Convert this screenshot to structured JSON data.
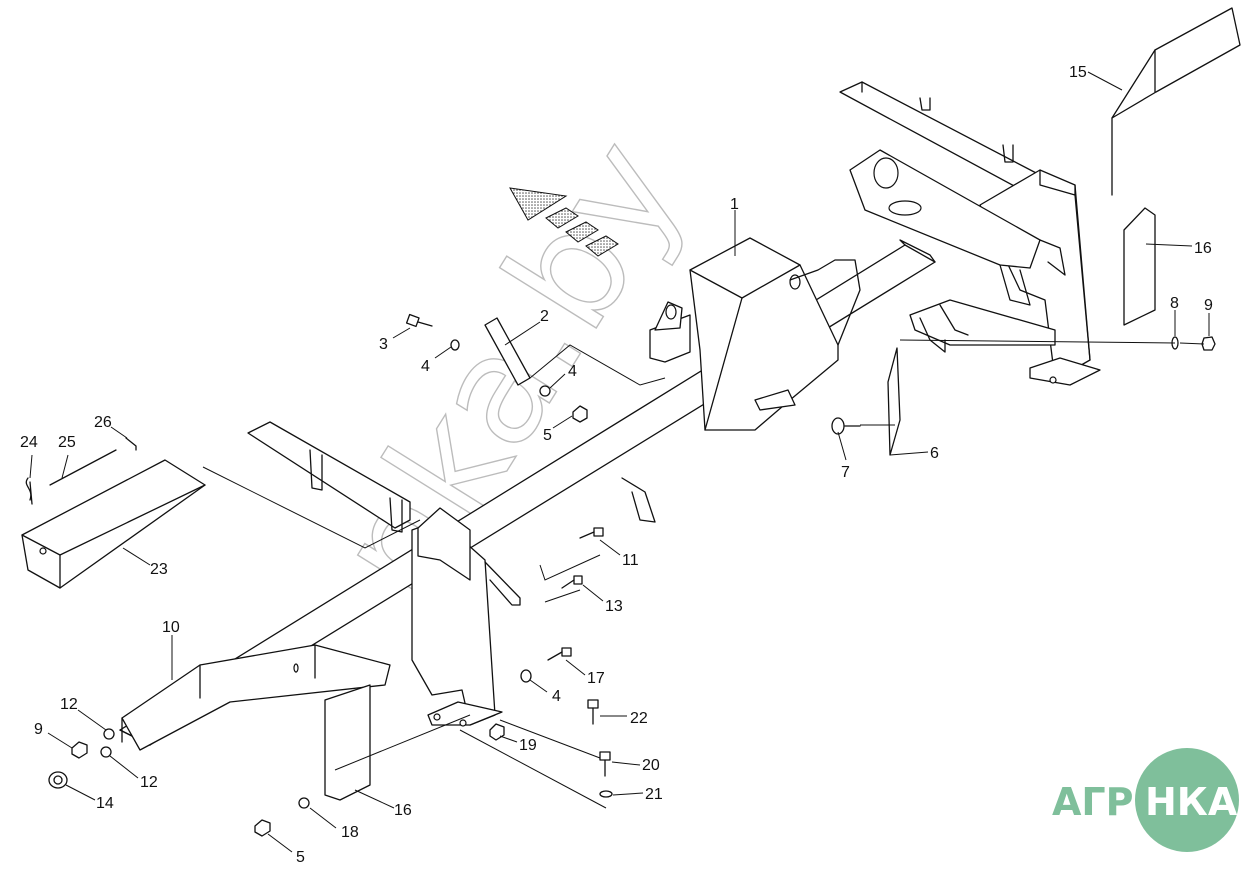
{
  "callouts": [
    {
      "id": "c1",
      "text": "1"
    },
    {
      "id": "c2",
      "text": "2"
    },
    {
      "id": "c3",
      "text": "3"
    },
    {
      "id": "c4a",
      "text": "4"
    },
    {
      "id": "c4b",
      "text": "4"
    },
    {
      "id": "c4c",
      "text": "4"
    },
    {
      "id": "c5a",
      "text": "5"
    },
    {
      "id": "c5b",
      "text": "5"
    },
    {
      "id": "c6",
      "text": "6"
    },
    {
      "id": "c7",
      "text": "7"
    },
    {
      "id": "c8",
      "text": "8"
    },
    {
      "id": "c9a",
      "text": "9"
    },
    {
      "id": "c9b",
      "text": "9"
    },
    {
      "id": "c10",
      "text": "10"
    },
    {
      "id": "c11",
      "text": "11"
    },
    {
      "id": "c12a",
      "text": "12"
    },
    {
      "id": "c12b",
      "text": "12"
    },
    {
      "id": "c13",
      "text": "13"
    },
    {
      "id": "c14",
      "text": "14"
    },
    {
      "id": "c15",
      "text": "15"
    },
    {
      "id": "c16a",
      "text": "16"
    },
    {
      "id": "c16b",
      "text": "16"
    },
    {
      "id": "c17",
      "text": "17"
    },
    {
      "id": "c18",
      "text": "18"
    },
    {
      "id": "c19",
      "text": "19"
    },
    {
      "id": "c20",
      "text": "20"
    },
    {
      "id": "c21",
      "text": "21"
    },
    {
      "id": "c22",
      "text": "22"
    },
    {
      "id": "c23",
      "text": "23"
    },
    {
      "id": "c24",
      "text": "24"
    },
    {
      "id": "c25",
      "text": "25"
    },
    {
      "id": "c26",
      "text": "26"
    }
  ],
  "watermark": "nka.by",
  "brand": {
    "left": "АГРО",
    "right": "НКА",
    "color": "#7fbf9b"
  }
}
